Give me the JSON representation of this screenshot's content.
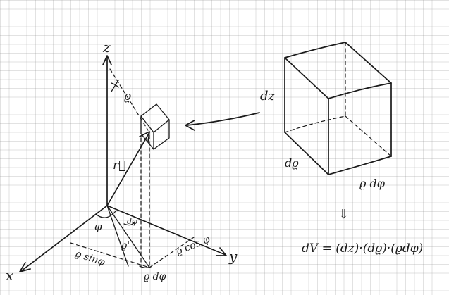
{
  "labels": {
    "axis_z": "z",
    "axis_x": "x",
    "axis_y": "y",
    "radius_rho": "ϱ",
    "vector_r": "r⃗",
    "phi_angle": "φ",
    "d_phi": "dφ",
    "rho_sin_phi": "ϱ sinφ",
    "rho_cos_phi": "ϱ cos φ",
    "rho_prime": "ϱ'",
    "rho_d_phi_small": "ϱ dφ",
    "dz": "dz",
    "d_rho": "dϱ",
    "rho_d_phi_big": "ϱ dφ",
    "implies_arrow": "⇓",
    "formula": "dV = (dz)·(dϱ)·(ϱdφ)"
  },
  "colors": {
    "ink": "#1b1b1b",
    "grid": "#c8c8c8",
    "paper": "#ffffff"
  }
}
